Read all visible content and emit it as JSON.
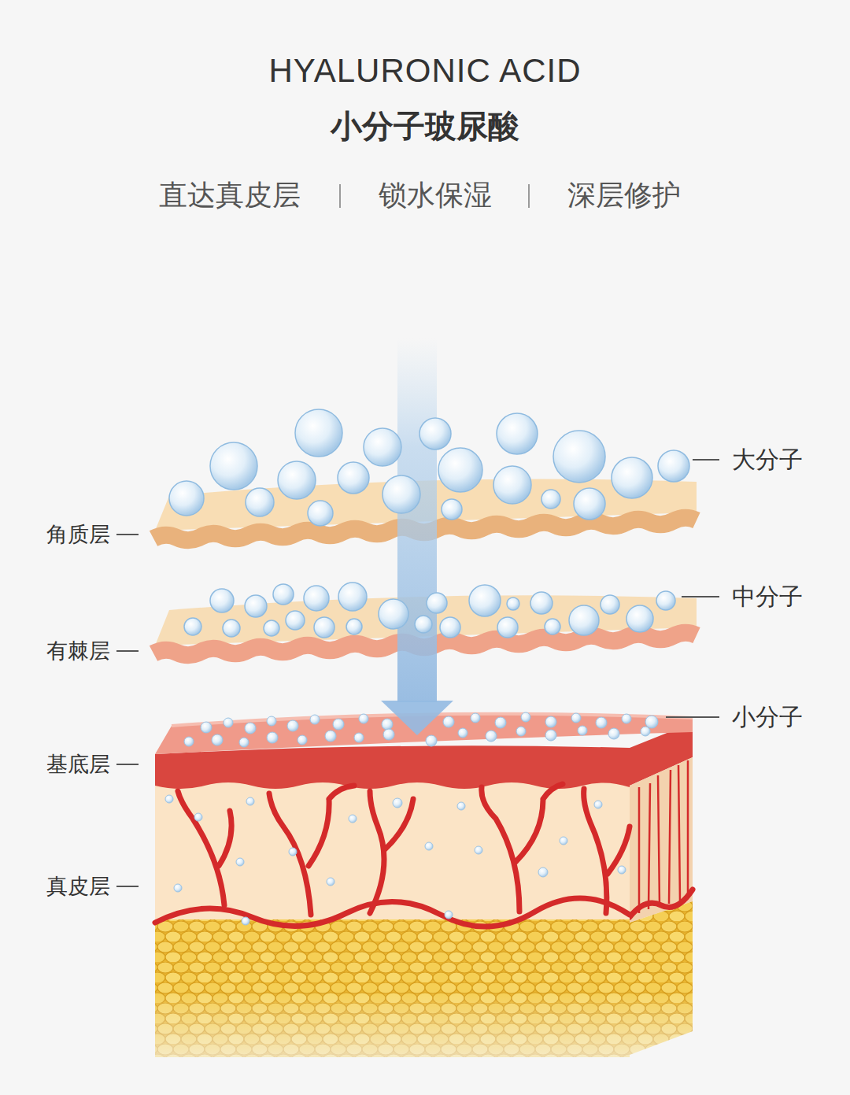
{
  "diagram": {
    "title": "HYALURONIC ACID",
    "labels": [
      "小分子玻尿酸",
      "直达真皮层",
      "锁水保湿",
      "深层修护",
      "大分子",
      "角质层",
      "中分子",
      "有棘层",
      "小分子",
      "基底层",
      "真皮层"
    ]
  }
}
